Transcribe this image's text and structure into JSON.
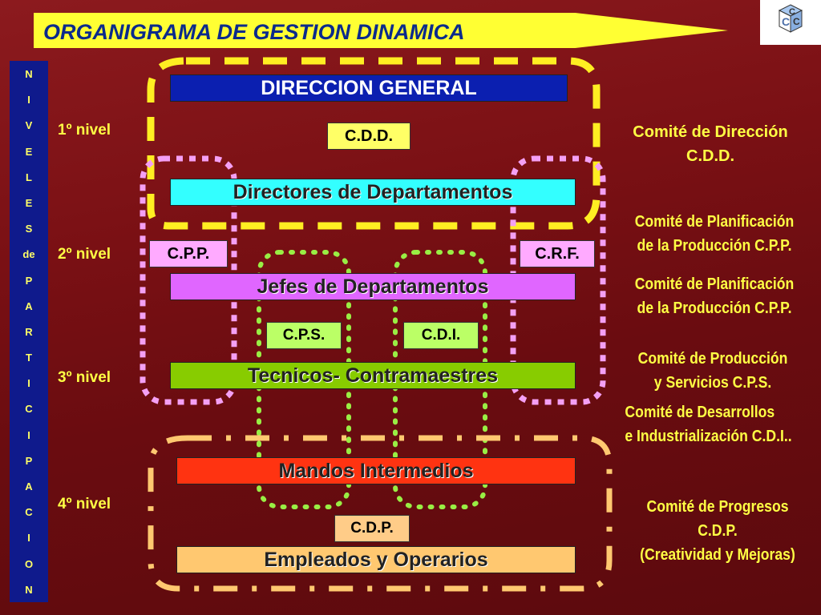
{
  "title": "ORGANIGRAMA DE GESTION DINAMICA",
  "strip_letters": [
    "N",
    "I",
    "V",
    "E",
    "L",
    "E",
    "S",
    "de",
    "P",
    "A",
    "R",
    "T",
    "I",
    "C",
    "I",
    "P",
    "A",
    "C",
    "I",
    "O",
    "N"
  ],
  "levels": [
    {
      "label": "1º nivel"
    },
    {
      "label": "2º nivel"
    },
    {
      "label": "3º nivel"
    },
    {
      "label": "4º nivel"
    }
  ],
  "hierarchy": {
    "direccion_general": "DIRECCION GENERAL",
    "directores": "Directores de Departamentos",
    "jefes": "Jefes de Departamentos",
    "tecnicos": "Tecnicos- Contramaestres",
    "mandos": "Mandos Intermedios",
    "empleados": "Empleados y Operarios"
  },
  "codes": {
    "cdd": "C.D.D.",
    "cpp": "C.P.P.",
    "crf": "C.R.F.",
    "cps": "C.P.S.",
    "cdi": "C.D.I.",
    "cdp": "C.D.P."
  },
  "committees": [
    {
      "line1": "Comité de Dirección",
      "line2": "C.D.D."
    },
    {
      "line1": "Comité de Planificación",
      "line2": "de la Producción C.P.P."
    },
    {
      "line1": "Comité de Planificación",
      "line2": "de la Producción C.P.P."
    },
    {
      "line1": "Comité de Producción",
      "line2": "y Servicios  C.P.S."
    },
    {
      "line1": "Comité de Desarrollos",
      "line2": "e  Industrialización C.D.I.."
    },
    {
      "line1": "Comité de Progresos",
      "line2": "C.D.P.",
      "line3": "(Creatividad y Mejoras)"
    }
  ],
  "logo": {
    "letters": "C C",
    "icon": "company-cube-logo-icon"
  },
  "colors": {
    "background": "#7a1014",
    "banner": "#ffff33",
    "title_text": "#0b2a8c",
    "strip": "#0f1a8c",
    "label_yellow": "#ffff44",
    "frame_yellow": "#ffee22",
    "frame_pink": "#f4a0f4",
    "frame_green": "#99ee44",
    "frame_orange": "#ffc870"
  }
}
